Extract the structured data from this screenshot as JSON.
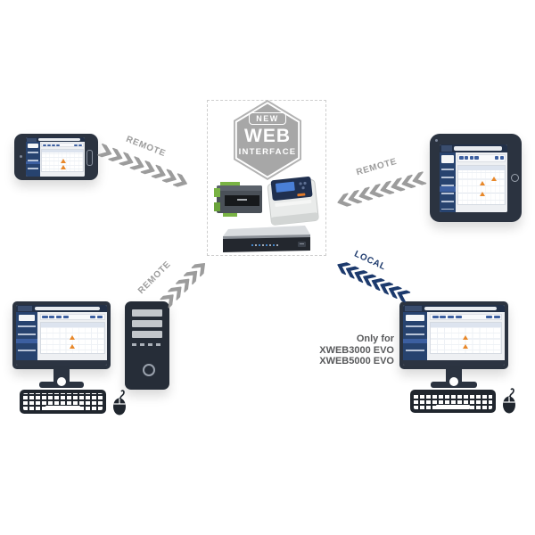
{
  "badge": {
    "tag": "NEW",
    "title": "WEB",
    "subtitle": "INTERFACE"
  },
  "connections": [
    {
      "id": "phone-to-center",
      "label": "REMOTE",
      "style": "gray-chevrons"
    },
    {
      "id": "tablet-to-center",
      "label": "REMOTE",
      "style": "gray-chevrons"
    },
    {
      "id": "desktop-to-center",
      "label": "REMOTE",
      "style": "gray-chevrons"
    },
    {
      "id": "desktop-local",
      "label": "LOCAL",
      "style": "blue-chevrons"
    }
  ],
  "note": {
    "lines": [
      "Only for",
      "XWEB3000 EVO",
      "XWEB5000 EVO"
    ]
  },
  "devices": {
    "top_left": "smartphone-landscape",
    "top_right": "tablet",
    "bottom_left": "desktop-monitor-keyboard-mouse-tower",
    "bottom_right": "desktop-monitor-keyboard-mouse",
    "center": [
      "din-rail-controller",
      "xweb-monitoring-unit",
      "rack-server"
    ]
  },
  "colors": {
    "remote_arrow": "#9c9c9c",
    "local_arrow": "#1d3a6d",
    "badge_gray": "#a7a7a7",
    "note_text": "#58595b",
    "screen_navy": "#27436f",
    "accent_blue": "#3c5fa0"
  }
}
